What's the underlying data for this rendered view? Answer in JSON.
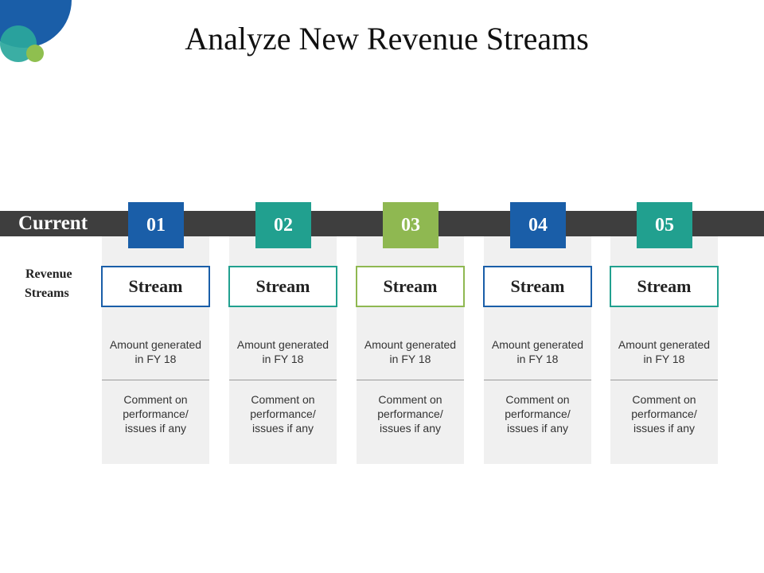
{
  "title": "Analyze New Revenue Streams",
  "current_label": "Current",
  "row_label": {
    "line1": "Revenue",
    "line2": "Streams"
  },
  "colors": {
    "blue": "#1a5ea8",
    "teal": "#21a08f",
    "green": "#8fb851",
    "band": "#3e3e3e",
    "panel": "#f0f0f0"
  },
  "columns": [
    {
      "number": "01",
      "stream": "Stream",
      "amount_line1": "Amount generated",
      "amount_line2": "in FY 18",
      "comment_line1": "Comment on",
      "comment_line2": "performance/",
      "comment_line3": "issues if any",
      "color": "#1a5ea8"
    },
    {
      "number": "02",
      "stream": "Stream",
      "amount_line1": "Amount generated",
      "amount_line2": "in FY 18",
      "comment_line1": "Comment on",
      "comment_line2": "performance/",
      "comment_line3": "issues if any",
      "color": "#21a08f"
    },
    {
      "number": "03",
      "stream": "Stream",
      "amount_line1": "Amount generated",
      "amount_line2": "in FY 18",
      "comment_line1": "Comment on",
      "comment_line2": "performance/",
      "comment_line3": "issues if any",
      "color": "#8fb851"
    },
    {
      "number": "04",
      "stream": "Stream",
      "amount_line1": "Amount generated",
      "amount_line2": "in FY 18",
      "comment_line1": "Comment on",
      "comment_line2": "performance/",
      "comment_line3": "issues if any",
      "color": "#1a5ea8"
    },
    {
      "number": "05",
      "stream": "Stream",
      "amount_line1": "Amount generated",
      "amount_line2": "in FY 18",
      "comment_line1": "Comment on",
      "comment_line2": "performance/",
      "comment_line3": "issues if any",
      "color": "#21a08f"
    }
  ]
}
